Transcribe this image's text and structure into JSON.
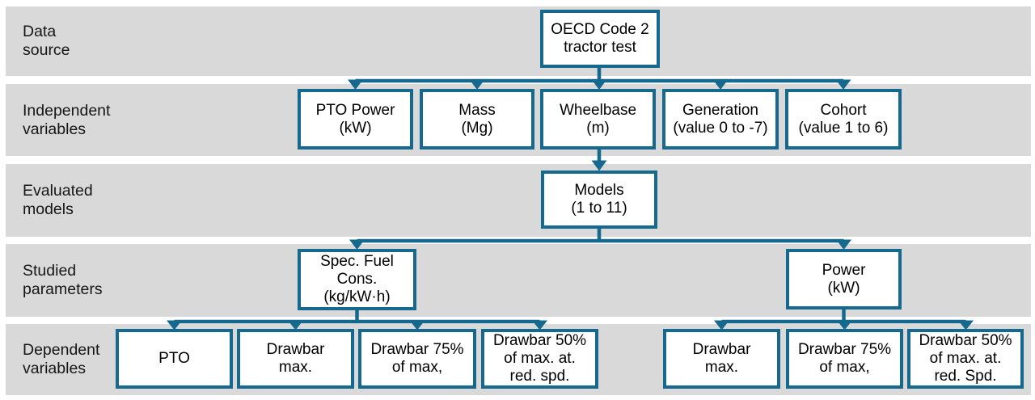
{
  "diagram": {
    "title_semantics": "OECD Code 2 tractor test data flow diagram",
    "colors": {
      "accent": "#15698e",
      "band_background": "#d9d9d9",
      "node_fill": "#ffffff",
      "text": "#161616"
    },
    "rows": [
      {
        "label": "Data\nsource"
      },
      {
        "label": "Independent\nvariables"
      },
      {
        "label": "Evaluated\nmodels"
      },
      {
        "label": "Studied\nparameters"
      },
      {
        "label": "Dependent\nvariables"
      }
    ],
    "nodes": {
      "oecd": {
        "label": "OECD Code 2\ntractor test"
      },
      "pto_power": {
        "label": "PTO Power\n(kW)"
      },
      "mass": {
        "label": "Mass\n(Mg)"
      },
      "wheelbase": {
        "label": "Wheelbase\n(m)"
      },
      "generation": {
        "label": "Generation\n(value 0 to -7)"
      },
      "cohort": {
        "label": "Cohort\n(value 1 to 6)"
      },
      "models": {
        "label": "Models\n(1 to 11)"
      },
      "spec_fuel_cons": {
        "label": "Spec. Fuel\nCons.\n(kg/kW·h)"
      },
      "power": {
        "label": "Power\n(kW)"
      },
      "pto": {
        "label": "PTO"
      },
      "drawbar_max_sfc": {
        "label": "Drawbar\nmax."
      },
      "drawbar_75_sfc": {
        "label": "Drawbar 75%\nof max,"
      },
      "drawbar_50_sfc": {
        "label": "Drawbar 50%\nof max. at.\nred. spd."
      },
      "drawbar_max_power": {
        "label": "Drawbar\nmax."
      },
      "drawbar_75_power": {
        "label": "Drawbar 75%\nof max,"
      },
      "drawbar_50_power": {
        "label": "Drawbar 50%\nof max. at.\nred. Spd."
      }
    },
    "edges": [
      "oecd -> pto_power, mass, wheelbase, generation, cohort",
      "wheelbase -> models",
      "models -> spec_fuel_cons, power",
      "spec_fuel_cons -> pto, drawbar_max_sfc, drawbar_75_sfc, drawbar_50_sfc",
      "power -> drawbar_max_power, drawbar_75_power, drawbar_50_power"
    ]
  }
}
